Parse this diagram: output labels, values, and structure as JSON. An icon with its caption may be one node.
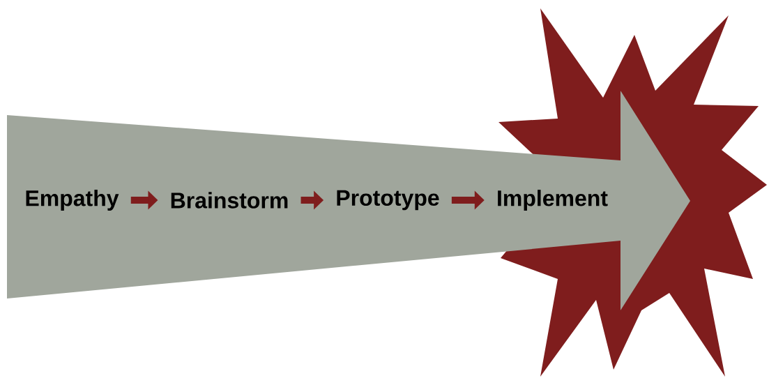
{
  "diagram": {
    "nodes": [
      {
        "text": [
          "Empathy"
        ]
      },
      {
        "text": [
          "Brainstorm"
        ]
      },
      {
        "text": [
          "Prototype"
        ]
      },
      {
        "text": [
          "Implement"
        ]
      }
    ],
    "edges": [
      {
        "from": 0,
        "to": 1,
        "arrow": "to"
      },
      {
        "from": 1,
        "to": 2,
        "arrow": "to"
      },
      {
        "from": 2,
        "to": 3,
        "arrow": "to"
      }
    ]
  }
}
